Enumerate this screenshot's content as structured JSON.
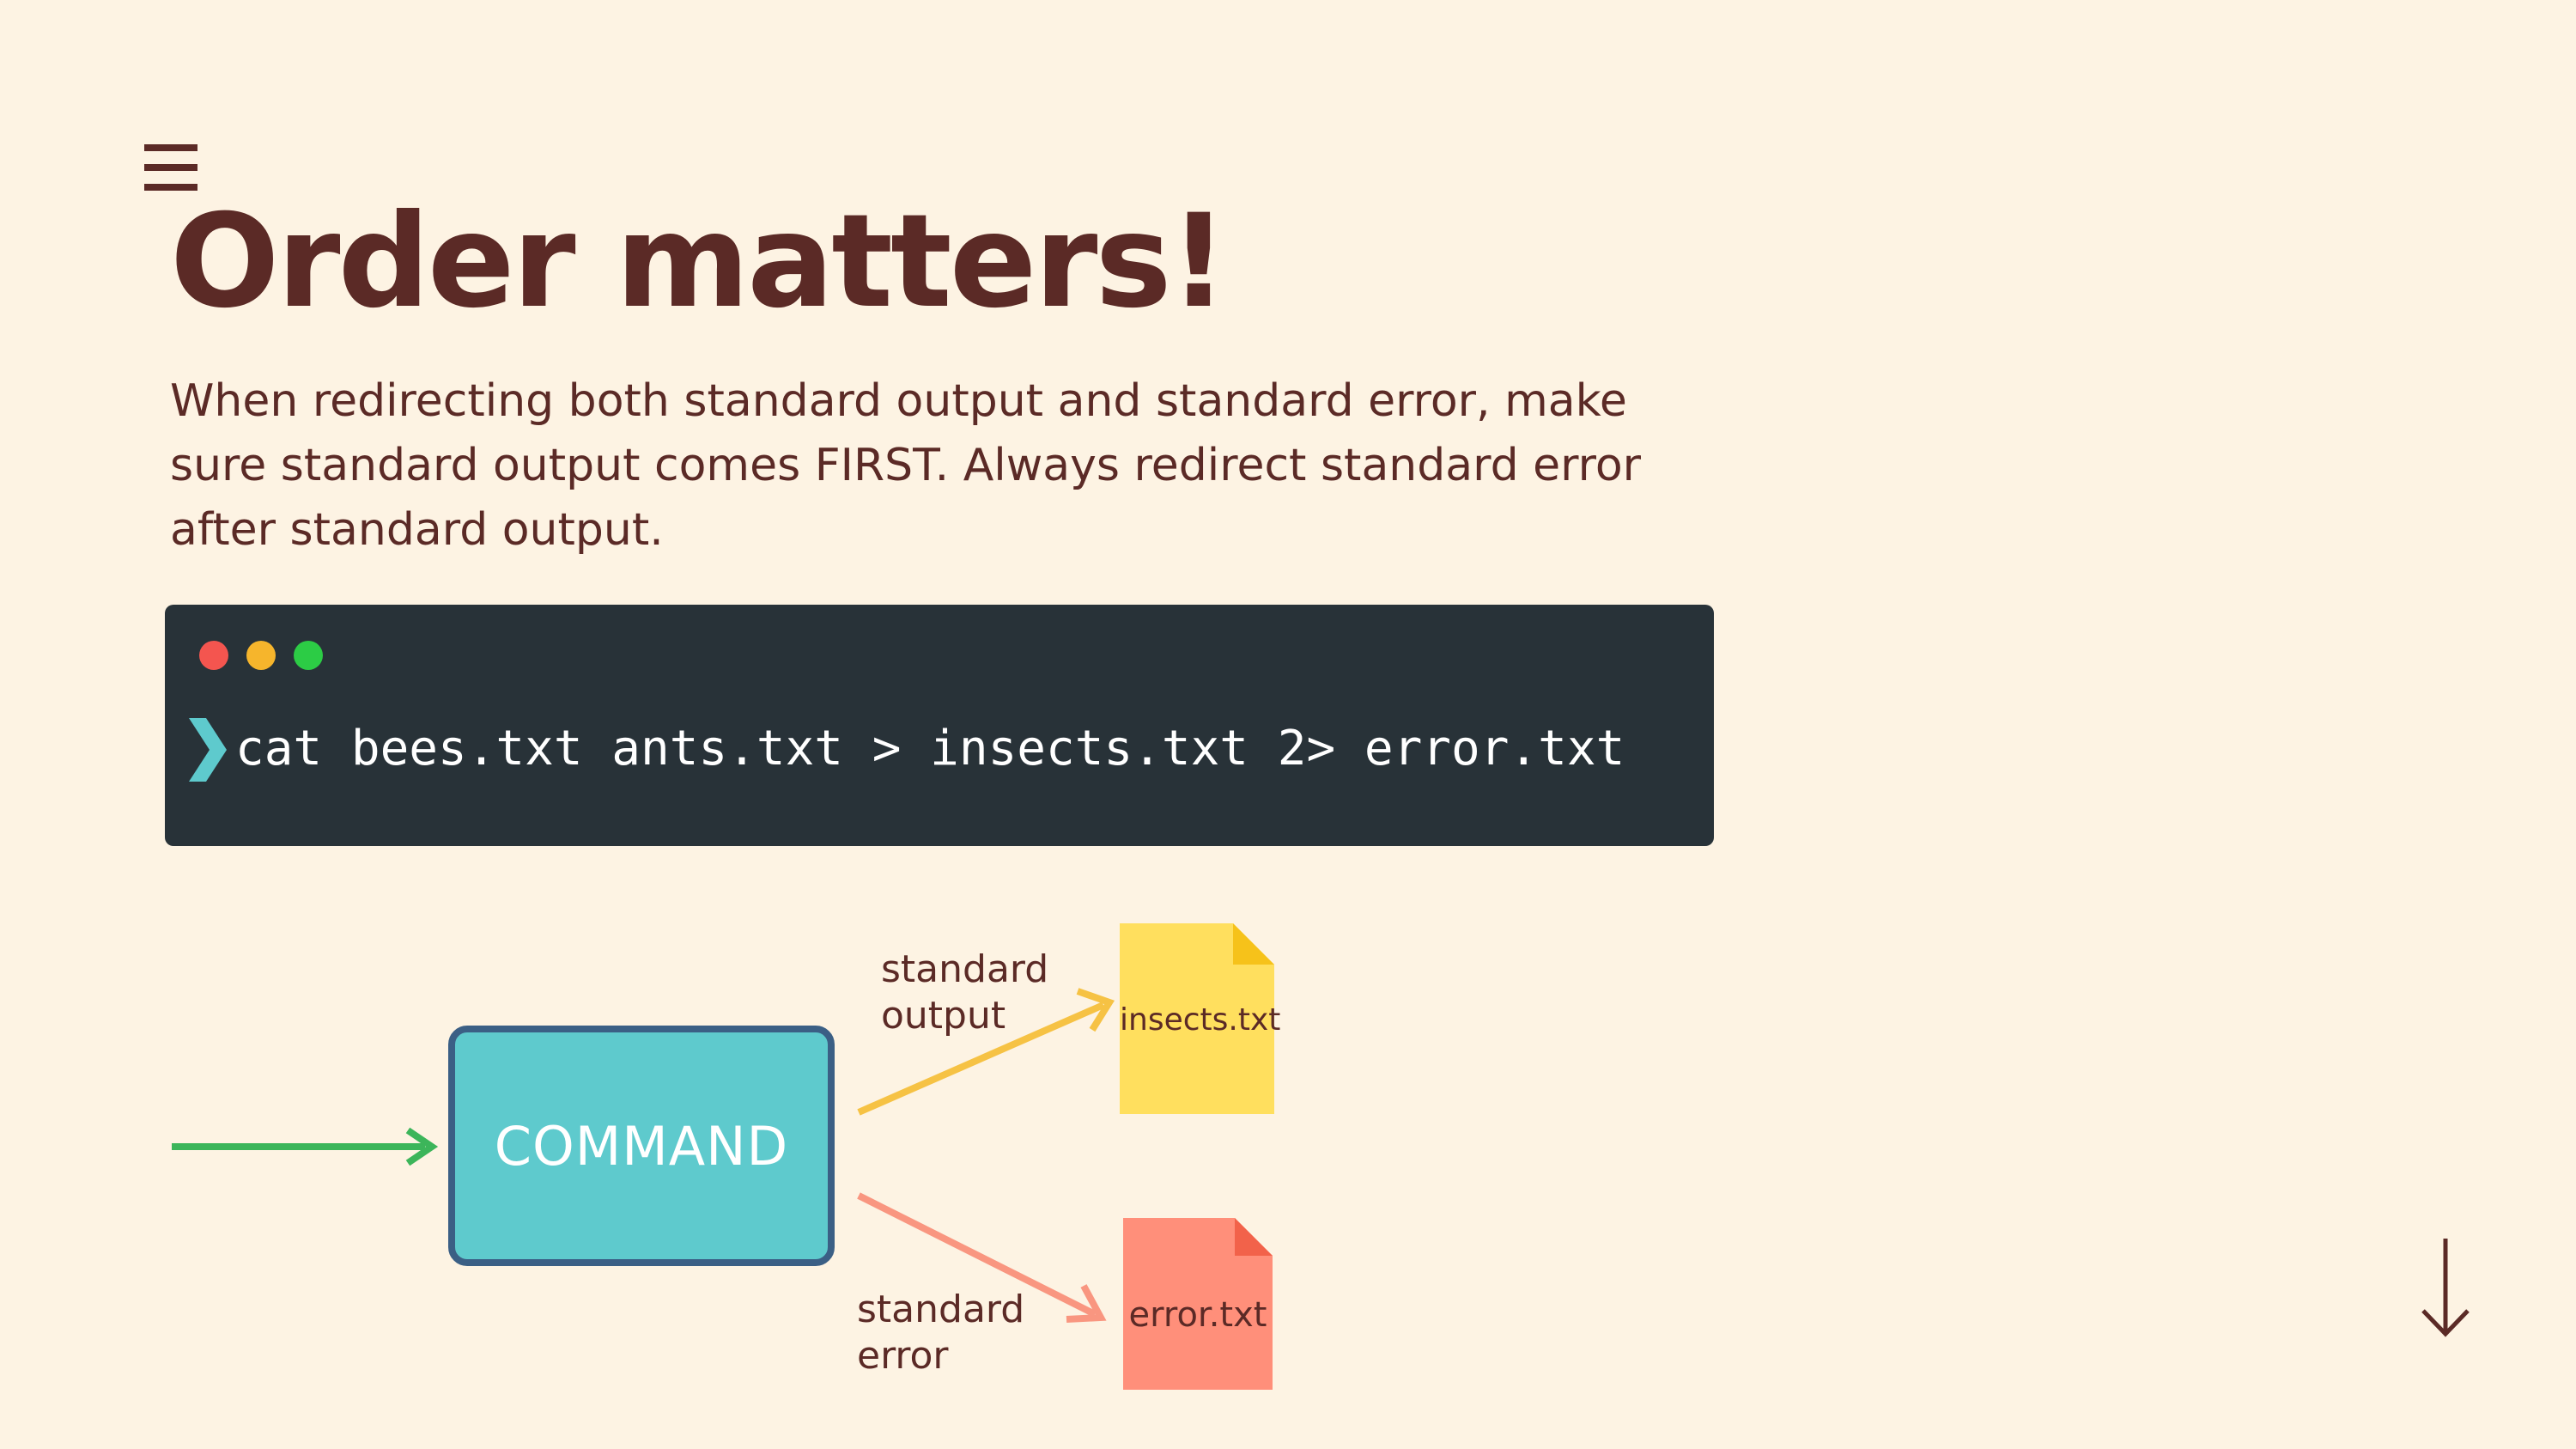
{
  "slide": {
    "title": "Order matters!",
    "description": "When redirecting both standard output and standard error, make sure standard output comes FIRST.  Always redirect standard error after standard output."
  },
  "terminal": {
    "command": "cat bees.txt ants.txt > insects.txt 2> error.txt",
    "prompt_icon": "chevron-right-icon"
  },
  "diagram": {
    "command_label": "COMMAND",
    "stdout_label": "standard\noutput",
    "stderr_label": "standard\nerror",
    "stdout_file": "insects.txt",
    "stderr_file": "error.txt"
  },
  "colors": {
    "background": "#fdf3e3",
    "text": "#5b2a26",
    "terminal_bg": "#283238",
    "command_box": "#5ecacd",
    "command_box_border": "#3b5f85",
    "input_arrow": "#3cb55a",
    "stdout_arrow": "#f6c244",
    "stdout_file": "#ffdf5e",
    "stderr_arrow": "#f99680",
    "stderr_file": "#ff8f7a"
  },
  "icons": {
    "menu": "hamburger-menu-icon",
    "navigation": "arrow-down-icon"
  }
}
